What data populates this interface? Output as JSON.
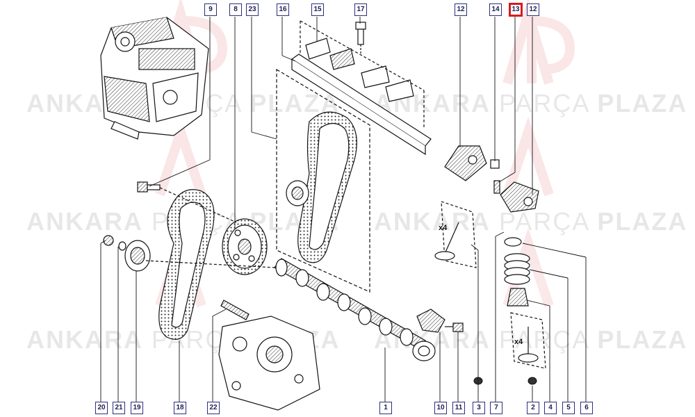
{
  "watermark": {
    "brand_a": "ANKARA",
    "brand_b": "PARÇA",
    "brand_c": "PLAZA",
    "logo_letters": "AP"
  },
  "callouts_top": [
    "9",
    "8",
    "23",
    "16",
    "15",
    "17",
    "12",
    "14",
    "13",
    "12"
  ],
  "callouts_bottom": [
    "20",
    "21",
    "19",
    "18",
    "22",
    "1",
    "10",
    "11",
    "3",
    "7",
    "2",
    "4",
    "5",
    "6"
  ],
  "highlighted_callout": "13",
  "quantity_labels": [
    "x4",
    "x4"
  ],
  "colors": {
    "callout_border": "#2a2f7a",
    "highlight": "#d71920",
    "line": "#111111",
    "watermark": "#bbbbbb"
  }
}
